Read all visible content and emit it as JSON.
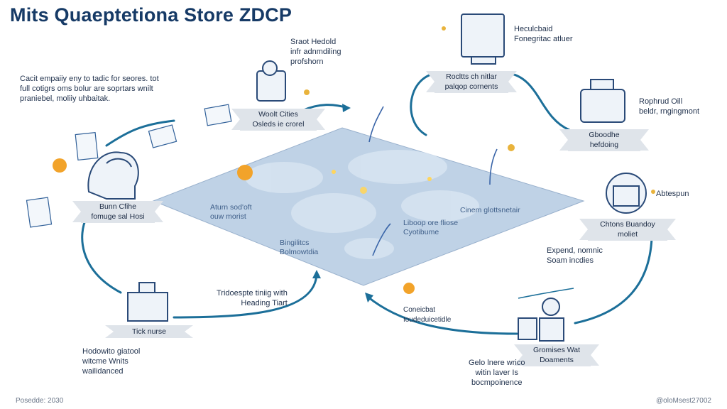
{
  "title": "Mits Quaeptetiona Store ZDCP",
  "intro": "Cacit empaiiy eny to tadic for seores. tot\nfull cotigrs oms bolur are soprtars wnilt\npraniebel, moliiy uhbaitak.",
  "colors": {
    "accent": "#1c6f99",
    "map_fill": "#b9cee4",
    "badge": "#f2a32a",
    "ribbon": "#dfe4ea",
    "title": "#163a66"
  },
  "nodes": [
    {
      "id": "brain-node",
      "icon": "head-with-brain-icon",
      "caption": "Bunn Cfihe\nfomuge sal Hosi"
    },
    {
      "id": "lamp-node",
      "icon": "desk-lamp-icon",
      "caption": "Woolt Cities\nOsleds ie crorel",
      "note": "Sraot Hedold\ninfr adnmdiling\nprofshorn"
    },
    {
      "id": "monitor-node",
      "icon": "computer-monitor-icon",
      "caption": "Rocltts ch nitlar\npalqop cornents",
      "note": "Heculcbaid\nFonegritac atluer"
    },
    {
      "id": "machine-node",
      "icon": "storage-machine-icon",
      "caption": "Gboodhe\nhefdoing",
      "note": "Rophrud Oill\nbeldr, rngingmont"
    },
    {
      "id": "robot-node",
      "icon": "robot-agent-icon",
      "caption": "Chtons Buandoy\nmoliet",
      "note": "Abtespun"
    },
    {
      "id": "mixer-node",
      "icon": "lab-mixer-icon",
      "caption": "Gromises Wat\nDoaments",
      "note": "Expend, nomnic\nSoam incdies"
    },
    {
      "id": "toolbox-node",
      "icon": "toolbox-icon",
      "caption": "Tick nurse",
      "note": "Hodowito giatool\nwitcme Wnits\nwailidanced"
    }
  ],
  "map_labels": [
    "Aturn sod'oft\nouw morist",
    "Bingilitcs\nBolmowtdia",
    "Liboop ore fliose\nCyotibume",
    "Cinem glottsnetair"
  ],
  "flow_notes": [
    "Tridoespte tiniig with\nHeading Tiart",
    "Coneicbat\nIoudeduicetidle",
    "Gelo lnere wrico\nwitin laver Is\nbocmpoinence"
  ],
  "footer": {
    "left": "Posedde: 2030",
    "right": "@oloMsest27002"
  }
}
